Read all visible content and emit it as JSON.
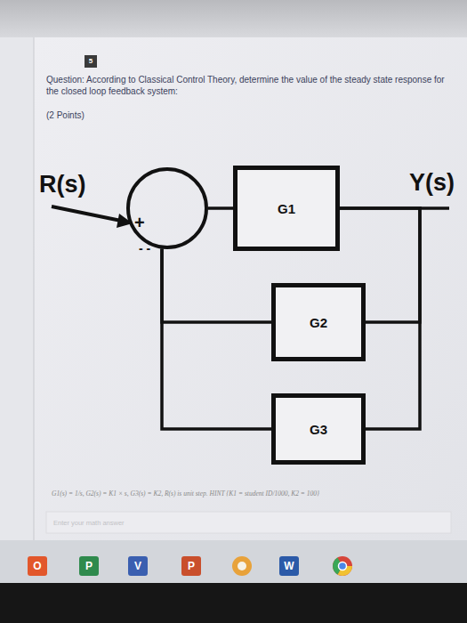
{
  "diagram": {
    "title": "Question: According to Classical Control Theory, determine the value of the steady state response for the closed loop feedback system:",
    "nodes": [
      {
        "text": [
          "+",
          "- -"
        ]
      },
      {
        "text": [
          "G1"
        ]
      },
      {
        "text": [
          "G2"
        ]
      },
      {
        "text": [
          "G3"
        ]
      }
    ],
    "edges": [
      {
        "from": 0,
        "to": 1,
        "arrow": "none"
      },
      {
        "from": 1,
        "to": 2,
        "arrow": "none"
      },
      {
        "from": 1,
        "to": 3,
        "arrow": "none"
      },
      {
        "from": 2,
        "to": 0,
        "arrow": "none"
      },
      {
        "from": 3,
        "to": 0,
        "arrow": "none"
      }
    ],
    "labels": [
      "5",
      "(2 Points)",
      "R(s)",
      "Y(s)",
      "G1(s) = 1/s, G2(s) = K1 × s, G3(s) = K2, R(s) is unit step. HINT {K1 = student ID/1000, K2 = 100}",
      "Enter your math answer",
      "O",
      "P",
      "V",
      "P",
      "W"
    ]
  }
}
